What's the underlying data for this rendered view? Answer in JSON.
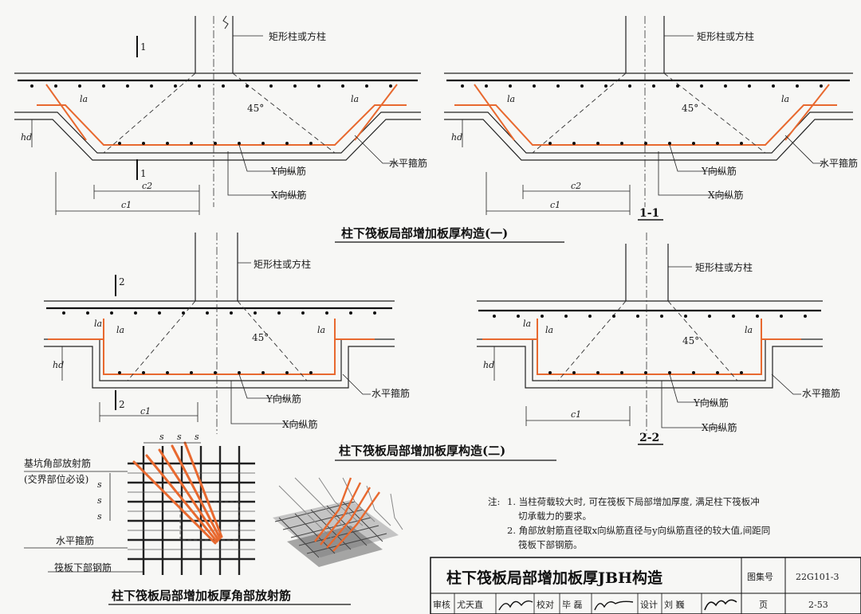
{
  "labels": {
    "col_label": "矩形柱或方柱",
    "y_bar": "Y向纵筋",
    "x_bar": "X向纵筋",
    "hoop": "水平箍筋",
    "angle": "45°",
    "la": "la",
    "hd": "hd",
    "c1": "c1",
    "c2": "c2"
  },
  "section_marks": {
    "s1": "1",
    "s2": "2",
    "sec_1_1": "1-1",
    "sec_2_2": "2-2"
  },
  "captions": {
    "cap_one": "柱下筏板局部增加板厚构造(一)",
    "cap_two": "柱下筏板局部增加板厚构造(二)",
    "cap_corner": "柱下筏板局部增加板厚角部放射筋"
  },
  "corner_detail": {
    "radial_label_1": "基坑角部放射筋",
    "radial_label_2": "(交界部位必设)",
    "hoop_label": "水平箍筋",
    "bottom_label": "筏板下部钢筋",
    "spacing": "s"
  },
  "notes": {
    "prefix": "注:",
    "n1a": "1. 当柱荷载较大时, 可在筏板下局部增加厚度, 满足柱下筏板冲",
    "n1b": "切承载力的要求。",
    "n2a": "2. 角部放射筋直径取x向纵筋直径与y向纵筋直径的较大值,间距同",
    "n2b": "筏板下部钢筋。"
  },
  "title_block": {
    "title": "柱下筏板局部增加板厚JBH构造",
    "atlas_label": "图集号",
    "atlas_no": "22G101-3",
    "review_label": "审核",
    "reviewer": "尤天直",
    "check_label": "校对",
    "checker": "毕  磊",
    "design_label": "设计",
    "designer": "刘  巍",
    "page_label": "页",
    "page_no": "2-53"
  },
  "colors": {
    "rebar_accent": "#e8692f",
    "line": "#1a1a1a"
  }
}
